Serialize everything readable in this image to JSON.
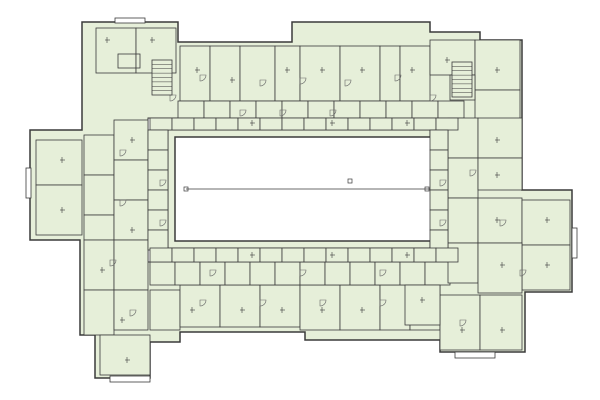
{
  "diagram": {
    "type": "floor-plan",
    "colors": {
      "background": "#ffffff",
      "room_fill": "#e6efd9",
      "corridor_fill": "#ffffff",
      "wall": "#3a3a3a",
      "outline": "#7a7a7a",
      "door": "#666666"
    },
    "elements": {
      "building": "building-outline",
      "courtyard": "central-courtyard",
      "stairs": [
        "staircase-north-west",
        "staircase-north-east"
      ],
      "wings": [
        "north-wing",
        "south-wing",
        "west-wing",
        "east-wing"
      ]
    }
  }
}
